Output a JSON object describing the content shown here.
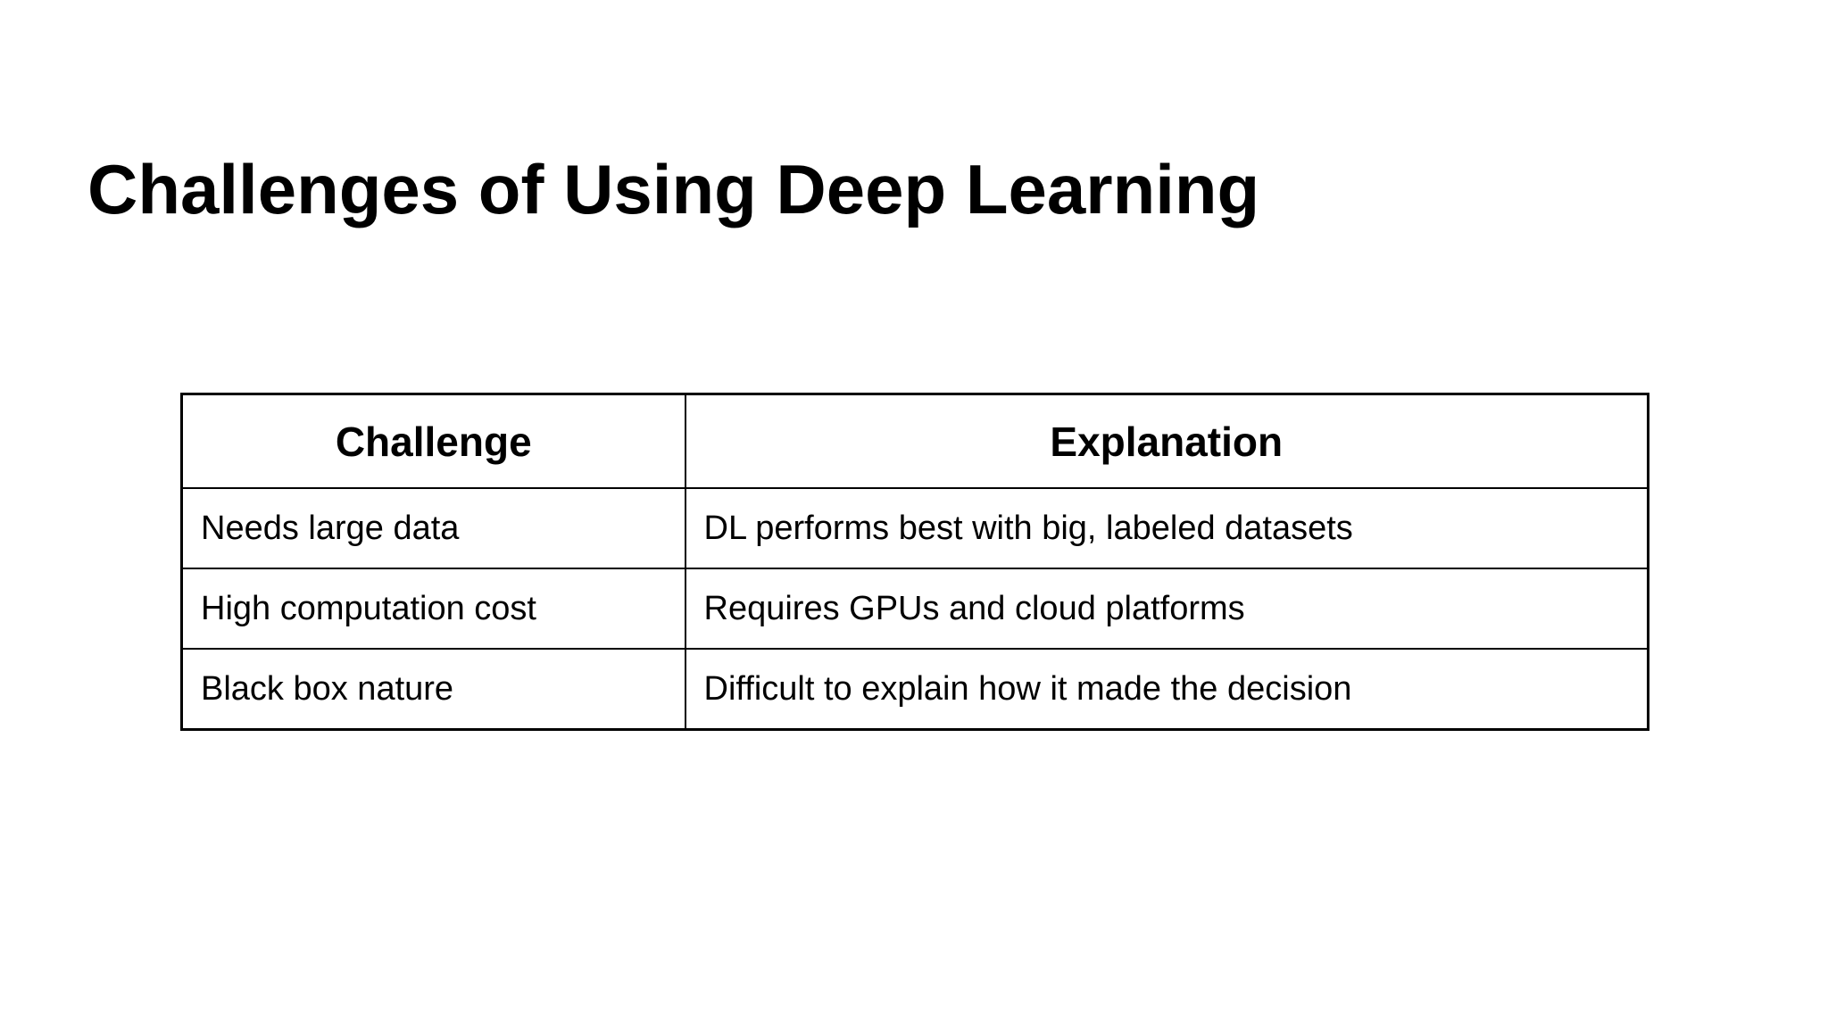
{
  "slide": {
    "title": "Challenges of Using Deep Learning"
  },
  "table": {
    "headers": [
      "Challenge",
      "Explanation"
    ],
    "rows": [
      {
        "challenge": "Needs large data",
        "explanation": "DL performs best with big, labeled datasets"
      },
      {
        "challenge": "High computation cost",
        "explanation": "Requires GPUs and cloud platforms"
      },
      {
        "challenge": "Black box nature",
        "explanation": "Difficult to explain how it made the decision"
      }
    ]
  },
  "colors": {
    "background": "#ffffff",
    "text": "#000000",
    "border": "#000000"
  }
}
